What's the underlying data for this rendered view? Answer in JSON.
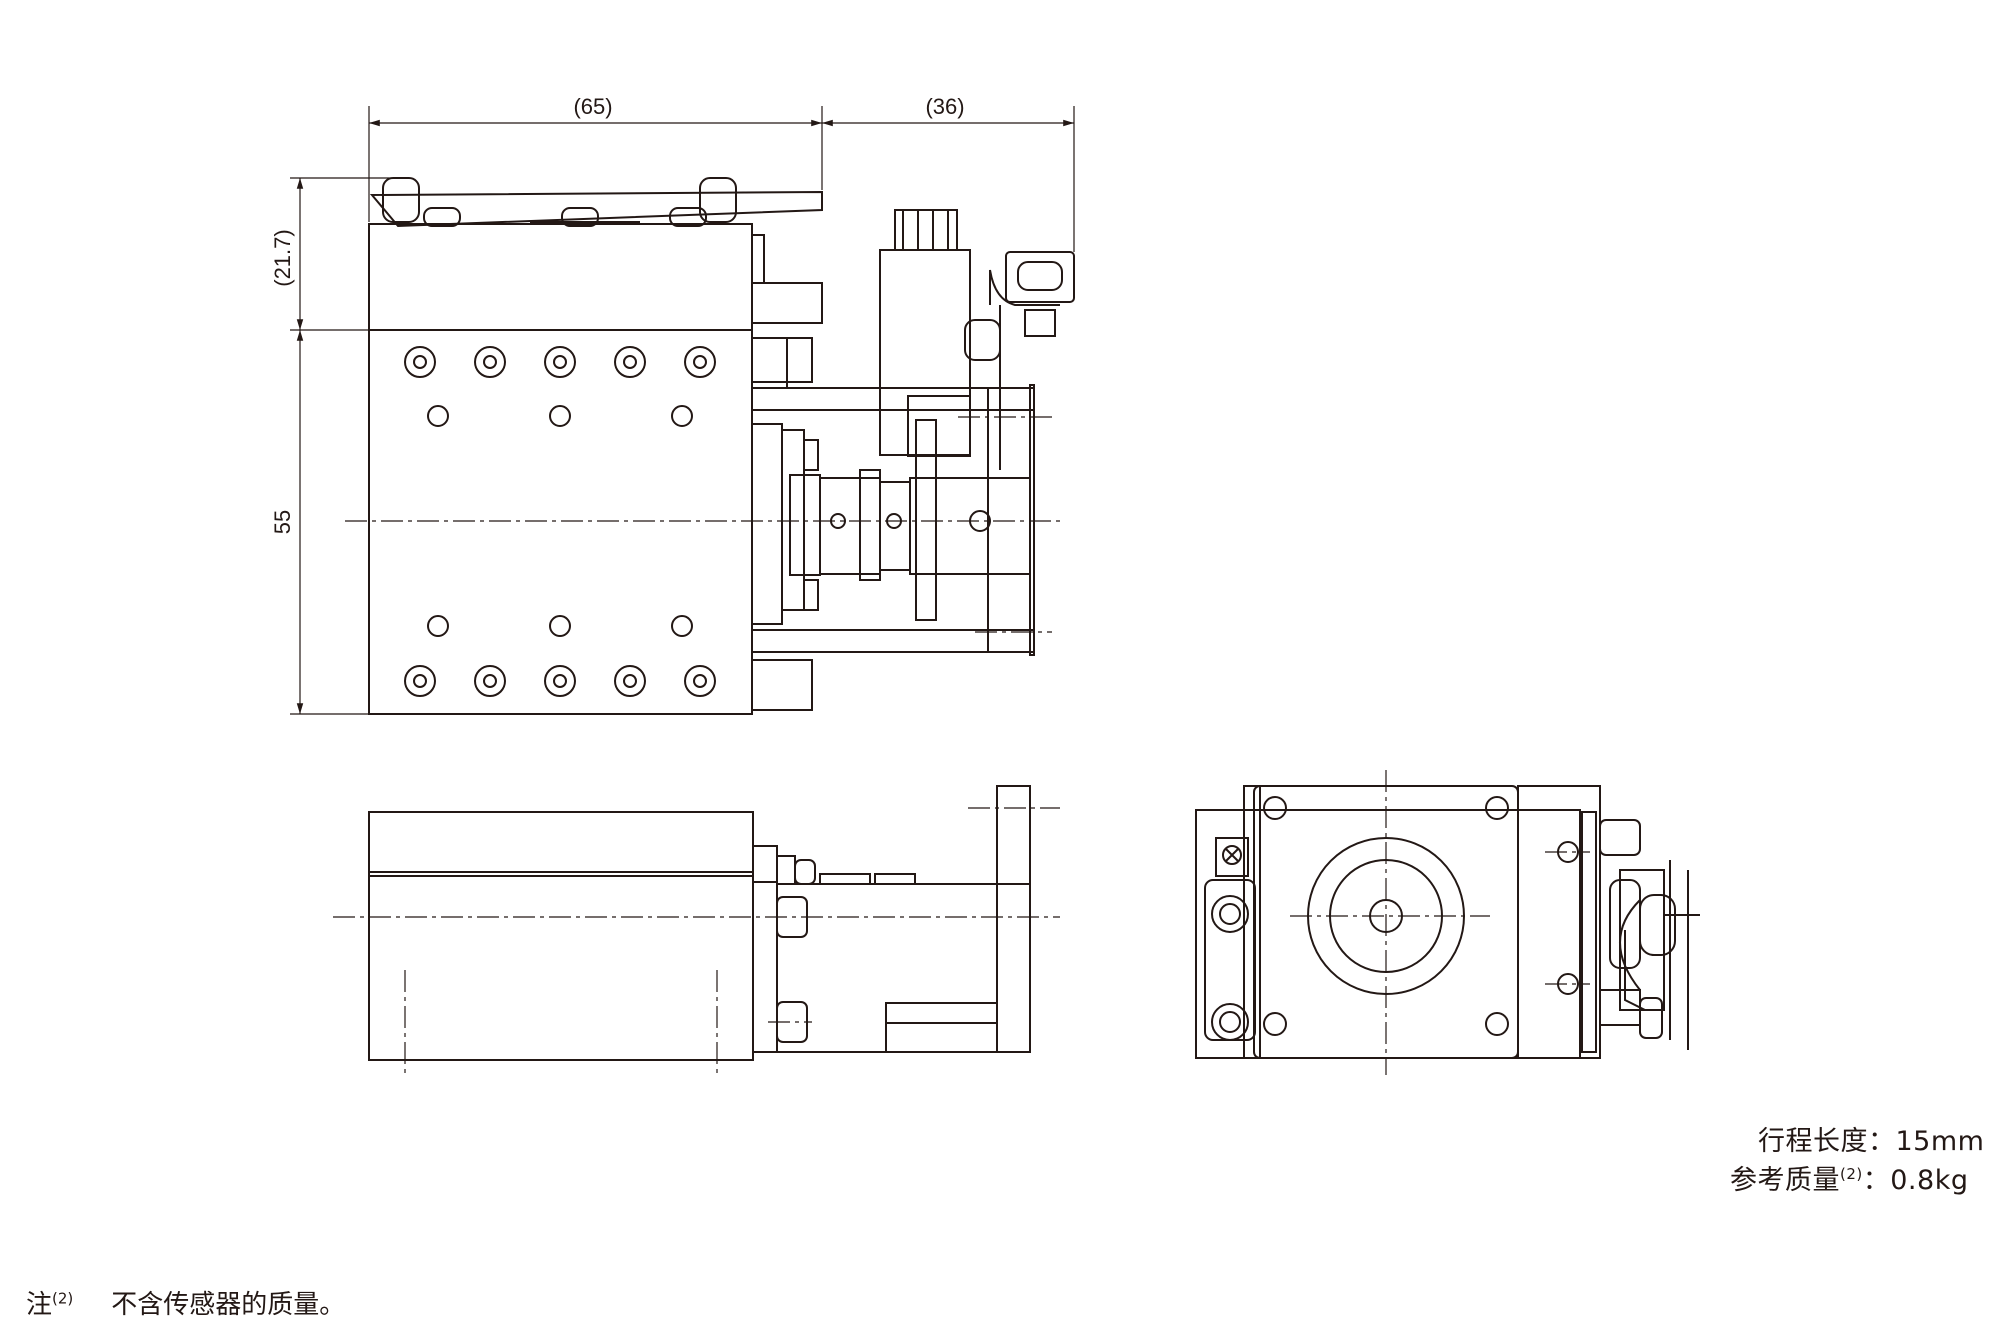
{
  "dimensions": {
    "top_width_left": "(65)",
    "top_width_right": "(36)",
    "height_upper": "(21.7)",
    "height_lower": "55"
  },
  "specs": {
    "stroke_label": "行程长度",
    "stroke_value": "：15mm",
    "mass_label": "参考质量",
    "mass_ref": "(2)",
    "mass_value": "：0.8kg"
  },
  "note": {
    "prefix": "注",
    "ref": "(2)",
    "text": "不含传感器的质量。"
  }
}
